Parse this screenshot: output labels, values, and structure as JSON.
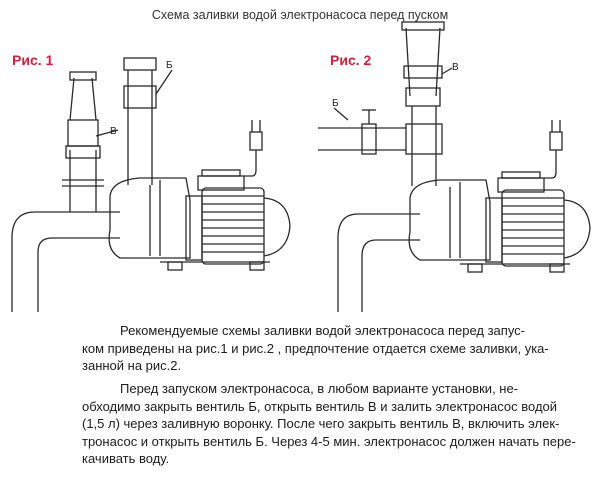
{
  "title": "Схема заливки водой электронасоса перед пуском",
  "figures": {
    "fig1": {
      "label": "Рис. 1",
      "parts": {
        "b": "Б",
        "v": "В"
      }
    },
    "fig2": {
      "label": "Рис. 2",
      "parts": {
        "b": "Б",
        "v": "В"
      }
    }
  },
  "paragraph1": {
    "lines": [
      "Рекомендуемые схемы заливки водой электронасоса перед запус-",
      "ком приведены на рис.1  и рис.2 , предпочтение отдается схеме заливки, ука-",
      "занной на рис.2."
    ]
  },
  "paragraph2": {
    "lines": [
      "Перед запуском электронасоса, в любом варианте установки, не-",
      "обходимо закрыть вентиль Б, открыть вентиль В и залить электронасос водой",
      "(1,5 л) через заливную воронку. После чего закрыть вентиль В, включить элек-",
      "тронасос и открыть вентиль Б. Через 4-5 мин. электронасос должен начать пере-",
      "качивать воду."
    ]
  }
}
